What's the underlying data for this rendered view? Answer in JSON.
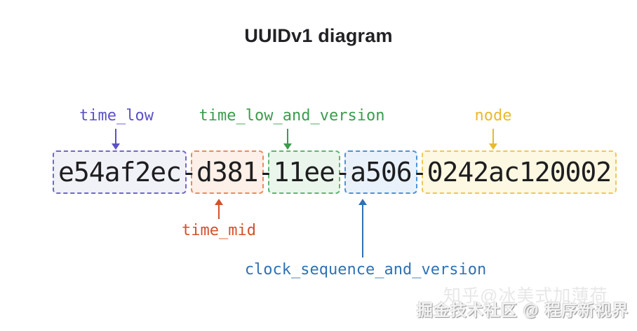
{
  "title": "UUIDv1 diagram",
  "uuid": {
    "value": "e54af2ec-d381-11ee-a506-0242ac120002",
    "separator": "-",
    "segments": [
      {
        "text": "e54af2ec",
        "field": "time_low",
        "border": "#6F68C9",
        "fill": "#F1F1F8"
      },
      {
        "text": "d381",
        "field": "time_mid",
        "border": "#EC8A5A",
        "fill": "#FDF0E8"
      },
      {
        "text": "11ee",
        "field": "time_low_and_version",
        "border": "#5FB573",
        "fill": "#EAF6EC"
      },
      {
        "text": "a506",
        "field": "clock_sequence_and_version",
        "border": "#4D93D6",
        "fill": "#E9F2FB"
      },
      {
        "text": "0242ac120002",
        "field": "node",
        "border": "#EFC75A",
        "fill": "#FDF8E2"
      }
    ]
  },
  "fields": [
    {
      "id": "time_low",
      "label": "time_low",
      "color": "#5B51C8",
      "position": "top"
    },
    {
      "id": "time_low_and_version",
      "label": "time_low_and_version",
      "color": "#3B9C4D",
      "position": "top"
    },
    {
      "id": "node",
      "label": "node",
      "color": "#E8B92F",
      "position": "top"
    },
    {
      "id": "time_mid",
      "label": "time_mid",
      "color": "#D4502A",
      "position": "bottom"
    },
    {
      "id": "clock_sequence_and_version",
      "label": "clock_sequence_and_version",
      "color": "#2E72B5",
      "position": "bottom"
    }
  ],
  "watermarks": [
    {
      "text": "知乎@冰美式加薄荷",
      "style": "light"
    },
    {
      "text": "掘金技术社区 @ 程序新视界",
      "style": "embossed"
    }
  ]
}
